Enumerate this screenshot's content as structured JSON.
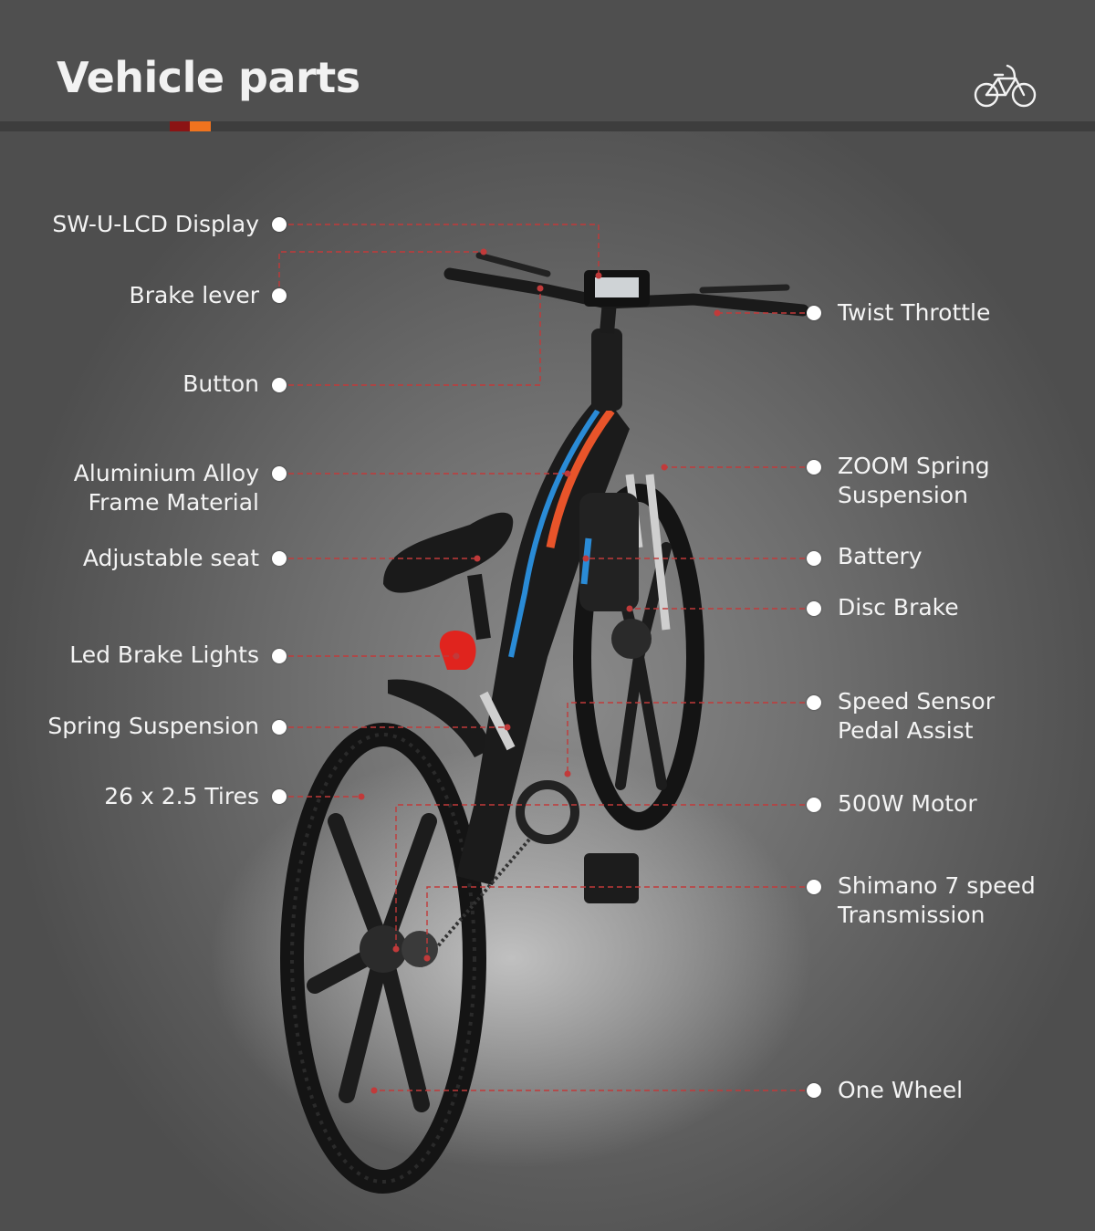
{
  "header": {
    "title": "Vehicle parts",
    "accent_colors": [
      "#8b1414",
      "#f0731e"
    ],
    "logo_icon": "bicycle-logo-icon"
  },
  "colors": {
    "leader_line": "#c13a3a",
    "bike_frame": "#1b1b1b",
    "bike_blue": "#2a8bd6",
    "bike_orange": "#e8542a",
    "brake_light": "#e0241e"
  },
  "labels_left": [
    {
      "id": "sw-u-lcd-display",
      "text": "SW-U-LCD Display"
    },
    {
      "id": "brake-lever",
      "text": "Brake lever"
    },
    {
      "id": "button",
      "text": "Button"
    },
    {
      "id": "aluminium-alloy-frame",
      "text": "Aluminium Alloy\nFrame Material"
    },
    {
      "id": "adjustable-seat",
      "text": "Adjustable seat"
    },
    {
      "id": "led-brake-lights",
      "text": "Led Brake Lights"
    },
    {
      "id": "spring-suspension",
      "text": "Spring Suspension"
    },
    {
      "id": "tires",
      "text": "26 x 2.5 Tires"
    }
  ],
  "labels_right": [
    {
      "id": "twist-throttle",
      "text": "Twist Throttle"
    },
    {
      "id": "zoom-spring-suspension",
      "text": "ZOOM Spring\nSuspension"
    },
    {
      "id": "battery",
      "text": "Battery"
    },
    {
      "id": "disc-brake",
      "text": "Disc Brake"
    },
    {
      "id": "speed-sensor",
      "text": "Speed Sensor\nPedal Assist"
    },
    {
      "id": "motor",
      "text": "500W Motor"
    },
    {
      "id": "transmission",
      "text": "Shimano 7 speed\nTransmission"
    },
    {
      "id": "one-wheel",
      "text": "One Wheel"
    }
  ]
}
